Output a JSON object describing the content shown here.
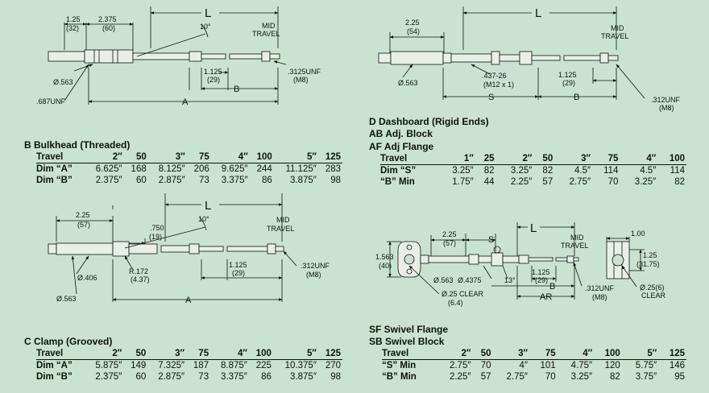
{
  "section_b": {
    "title": "B Bulkhead (Threaded)",
    "drawing": {
      "dim_1": "1.25",
      "dim_1_mm": "(32)",
      "dim_2": "2.375",
      "dim_2_mm": "(60)",
      "l_label": "L",
      "angle": "10°",
      "mid_travel_1": "MID",
      "mid_travel_2": "TRAVEL",
      "dia": "Ø.563",
      "dim_3": "1.125",
      "dim_3_mm": "(29)",
      "thread_end": ".3125UNF",
      "thread_end_mm": "(M8)",
      "thread_body": ".687UNF",
      "a_label": "A",
      "b_label": "B"
    },
    "table": {
      "header": [
        "Travel",
        "2″",
        "50",
        "3″",
        "75",
        "4″",
        "100",
        "5″",
        "125"
      ],
      "rows": [
        [
          "Dim “A”",
          "6.625″",
          "168",
          "8.125″",
          "206",
          "9.625″",
          "244",
          "11.125″",
          "283"
        ],
        [
          "Dim “B”",
          "2.375″",
          "60",
          "2.875″",
          "73",
          "3.375″",
          "86",
          "3.875″",
          "98"
        ]
      ]
    }
  },
  "section_c": {
    "title": "C Clamp (Grooved)",
    "drawing": {
      "dim_1": "2.25",
      "dim_1_mm": "(57)",
      "dim_2": ".750",
      "dim_2_mm": "(19)",
      "l_label": "L",
      "angle": "10°",
      "mid_travel_1": "MID",
      "mid_travel_2": "TRAVEL",
      "radius": "R.172",
      "radius_mm": "(4.37)",
      "dia_small": "Ø.406",
      "dia_large": "Ø.563",
      "dim_3": "1.125",
      "dim_3_mm": "(29)",
      "thread_end": ".312UNF",
      "thread_end_mm": "(M8)",
      "a_label": "A"
    },
    "table": {
      "header": [
        "Travel",
        "2″",
        "50",
        "3″",
        "75",
        "4″",
        "100",
        "5″",
        "125"
      ],
      "rows": [
        [
          "Dim “A”",
          "5.875″",
          "149",
          "7.325″",
          "187",
          "8.875″",
          "225",
          "10.375″",
          "270"
        ],
        [
          "Dim “B”",
          "2.375″",
          "60",
          "2.875″",
          "73",
          "3.375″",
          "86",
          "3.875″",
          "98"
        ]
      ]
    }
  },
  "section_d": {
    "title_1": "D Dashboard (Rigid Ends)",
    "title_2": "AB Adj. Block",
    "title_3": "AF Adj Flange",
    "drawing": {
      "dim_1": "2.25",
      "dim_1_mm": "(54)",
      "l_label": "L",
      "mid_travel_1": "MID",
      "mid_travel_2": "TRAVEL",
      "dia": "Ø.563",
      "thread_body": ".437-26",
      "thread_body_mm": "(M12 x 1)",
      "dim_3": "1.125",
      "dim_3_mm": "(29)",
      "thread_end": ".312UNF",
      "thread_end_mm": "(M8)",
      "s_label": "S",
      "b_label": "B"
    },
    "table": {
      "header": [
        "Travel",
        "1″",
        "25",
        "2″",
        "50",
        "3″",
        "75",
        "4″",
        "100"
      ],
      "rows": [
        [
          "Dim “S”",
          "3.25″",
          "82",
          "3.25″",
          "82",
          "4.5″",
          "114",
          "4.5″",
          "114"
        ],
        [
          "“B” Min",
          "1.75″",
          "44",
          "2.25″",
          "57",
          "2.75″",
          "70",
          "3.25″",
          "82"
        ]
      ]
    }
  },
  "section_sf": {
    "title_1": "SF Swivel Flange",
    "title_2": "SB Swivel Block",
    "drawing": {
      "dim_h": "1.563",
      "dim_h_mm": "(40)",
      "dim_1": "2.25",
      "dim_1_mm": "(57)",
      "s_label": "S",
      "l_label": "L",
      "mid_travel_1": "MID",
      "mid_travel_2": "TRAVEL",
      "dia_1": "Ø.563",
      "dia_2": "Ø.4375",
      "angle": "13°",
      "clear": "Ø.25 CLEAR",
      "clear_mm": "(6.4)",
      "dim_3": "1.125",
      "dim_3_mm": "(29)",
      "thread_end": ".312UNF",
      "thread_end_mm": "(M8)",
      "ar_label": "AR",
      "b_label": "B",
      "blk_dim_1": "1.00",
      "blk_dim_2": "1.25",
      "blk_dim_2_mm": "(31.75)",
      "blk_clear": "Ø.25(6)",
      "blk_clear_2": "CLEAR"
    },
    "table": {
      "header": [
        "Travel",
        "2″",
        "50",
        "3″",
        "75",
        "4″",
        "100",
        "5″",
        "125"
      ],
      "rows": [
        [
          "“S” Min",
          "2.75″",
          "70",
          "4″",
          "101",
          "4.75″",
          "120",
          "5.75″",
          "146"
        ],
        [
          "“B” Min",
          "2.25″",
          "57",
          "2.75″",
          "70",
          "3.25″",
          "82",
          "3.75″",
          "95"
        ]
      ]
    }
  }
}
